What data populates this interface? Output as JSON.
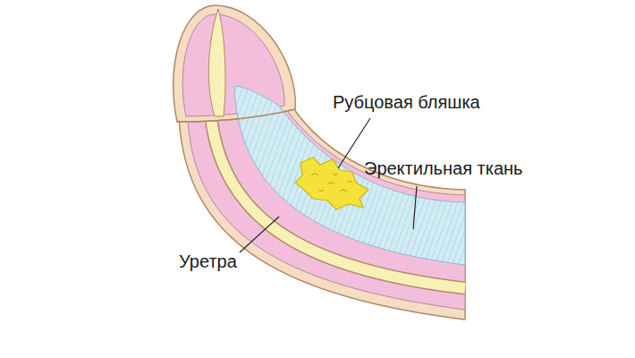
{
  "diagram": {
    "labels": [
      "Рубцовая бляшка",
      "Эректильная ткань",
      "Уретра"
    ]
  }
}
